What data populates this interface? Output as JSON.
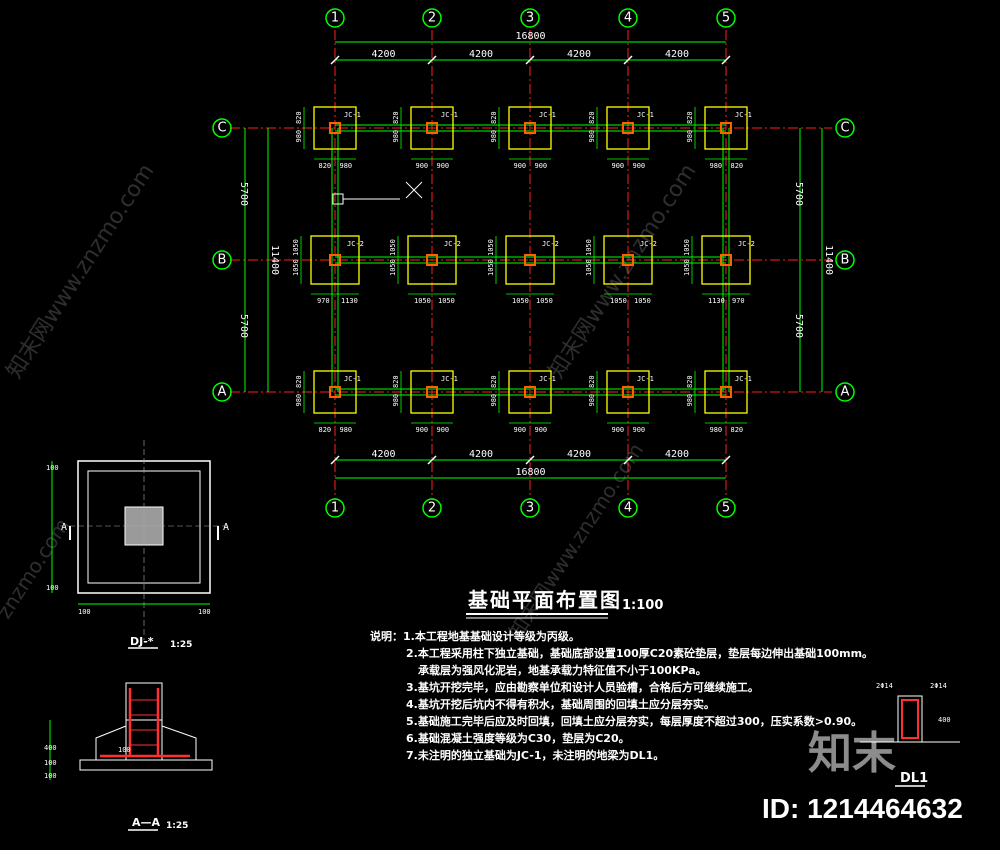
{
  "plan": {
    "columns": [
      "1",
      "2",
      "3",
      "4",
      "5"
    ],
    "rows": [
      "C",
      "B",
      "A"
    ],
    "bay_spacing_labels": [
      "4200",
      "4200",
      "4200",
      "4200"
    ],
    "total_length": "16800",
    "row_spacing_labels": [
      "5700",
      "5700"
    ],
    "total_width": "11400",
    "title": "基础平面布置图",
    "scale": "1:100",
    "footing_dims": {
      "C": {
        "vert": [
          "820",
          "980"
        ],
        "horiz": [
          [
            "820",
            "980"
          ],
          [
            "900",
            "900"
          ],
          [
            "900",
            "900"
          ],
          [
            "900",
            "900"
          ],
          [
            "980",
            "820"
          ]
        ]
      },
      "B": {
        "vert": [
          "1050",
          "1050"
        ],
        "horiz": [
          [
            "970",
            "1130"
          ],
          [
            "1050",
            "1050"
          ],
          [
            "1050",
            "1050"
          ],
          [
            "1050",
            "1050"
          ],
          [
            "1130",
            "970"
          ]
        ]
      },
      "A": {
        "vert": [
          "820",
          "980"
        ],
        "horiz": [
          [
            "820",
            "980"
          ],
          [
            "900",
            "900"
          ],
          [
            "900",
            "900"
          ],
          [
            "900",
            "900"
          ],
          [
            "980",
            "820"
          ]
        ]
      }
    },
    "footing_tags": {
      "C": [
        "JC-1",
        "JC-1",
        "JC-1",
        "JC-1",
        "JC-1"
      ],
      "B": [
        "JC-2",
        "JC-2",
        "JC-2",
        "JC-2",
        "JC-2"
      ],
      "A": [
        "JC-1",
        "JC-1",
        "JC-1",
        "JC-1",
        "JC-1"
      ]
    }
  },
  "detail_plan": {
    "title": "DJ-*",
    "scale": "1:25",
    "section_mark": "A",
    "side_dims": [
      "100",
      "100"
    ],
    "bottom_dims": [
      "100",
      "100"
    ]
  },
  "section": {
    "title": "A—A",
    "scale": "1:25",
    "dims": [
      "400",
      "100",
      "100"
    ],
    "labels": [
      "100"
    ]
  },
  "dl_detail": {
    "title": "DL1",
    "labels": [
      "2Φ14",
      "2Φ14",
      "400"
    ]
  },
  "notes": [
    "说明：1.本工程地基基础设计等级为丙级。",
    "2.本工程采用柱下独立基础，基础底部设置100厚C20素砼垫层，垫层每边伸出基础100mm。",
    "承载层为强风化泥岩，地基承载力特征值不小于100KPa。",
    "3.基坑开挖完毕，应由勘察单位和设计人员验槽，合格后方可继续施工。",
    "4.基坑开挖后坑内不得有积水，基础周围的回填土应分层夯实。",
    "5.基础施工完毕后应及时回填，回填土应分层夯实，每层厚度不超过300，压实系数>0.90。",
    "6.基础混凝土强度等级为C30，垫层为C20。",
    "7.未注明的独立基础为JC-1，未注明的地梁为DL1。"
  ],
  "watermarks": [
    "znzmo.com",
    "知末网www.znzmo.com"
  ],
  "logo_text": "知末",
  "id_label": "ID: 1214464632",
  "colors": {
    "grid": "#00ff00",
    "axis": "#ff2020",
    "footing": "#ffff00",
    "column": "#ff6000",
    "text": "#ffffff"
  }
}
